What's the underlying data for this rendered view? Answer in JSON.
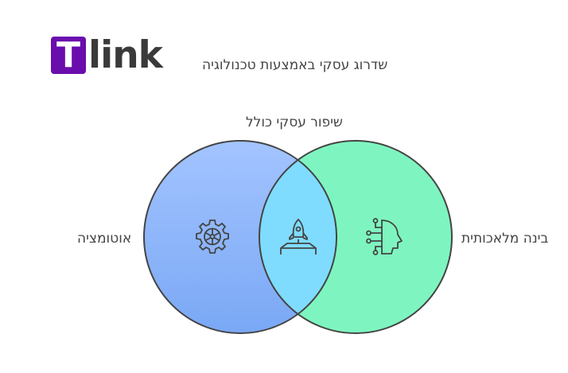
{
  "logo": {
    "mark": "T",
    "text": "link",
    "mark_color": "#6a0dad"
  },
  "subtitle": "שדרוג עסקי באמצעות טכנולוגיה",
  "venn": {
    "intersection_label": "שיפור עסקי כולל",
    "left_label": "אוטומציה",
    "right_label": "בינה מלאכותית",
    "left_icon": "gear-icon",
    "center_icon": "rocket-icon",
    "right_icon": "ai-head-icon",
    "left_color_top": "#a3c4ff",
    "left_color_bottom": "#7aa8f5",
    "right_color": "#7ef5c0",
    "overlap_color": "#7fdcff",
    "stroke_color": "#444444"
  }
}
